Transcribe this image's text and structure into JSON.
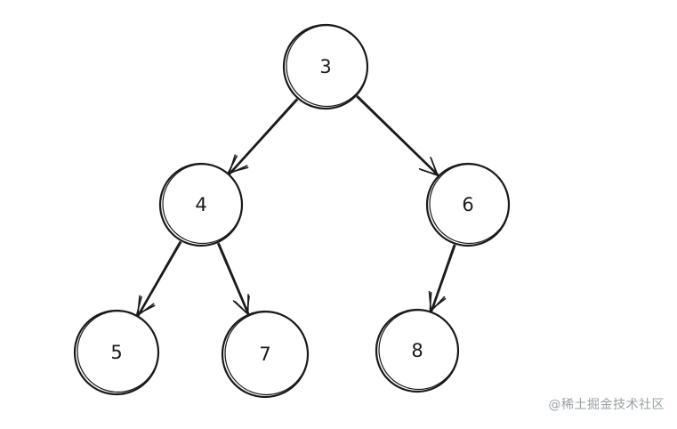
{
  "nodes": [
    {
      "id": "n3",
      "label": "3"
    },
    {
      "id": "n4",
      "label": "4"
    },
    {
      "id": "n6",
      "label": "6"
    },
    {
      "id": "n5",
      "label": "5"
    },
    {
      "id": "n7",
      "label": "7"
    },
    {
      "id": "n8",
      "label": "8"
    }
  ],
  "edges": [
    {
      "from": "n3",
      "to": "n4"
    },
    {
      "from": "n3",
      "to": "n6"
    },
    {
      "from": "n4",
      "to": "n5"
    },
    {
      "from": "n4",
      "to": "n7"
    },
    {
      "from": "n6",
      "to": "n8"
    }
  ],
  "watermark": "@稀土掘金技术社区"
}
